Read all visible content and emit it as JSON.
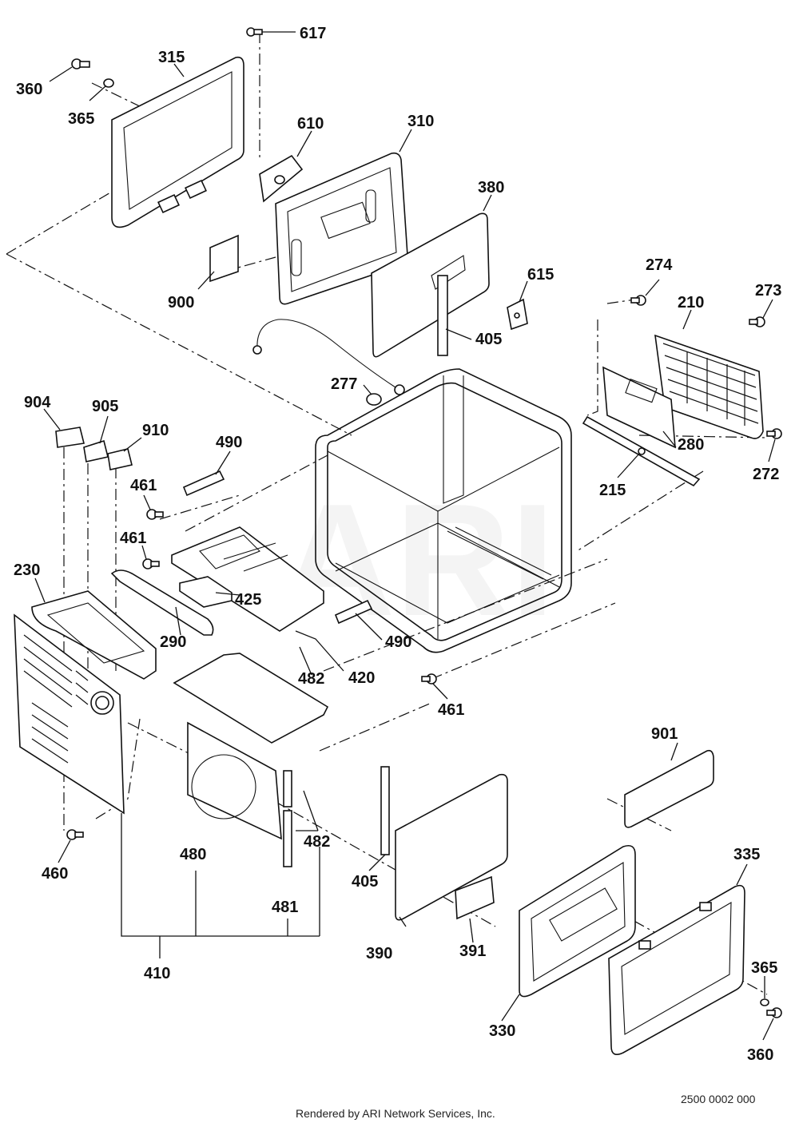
{
  "diagram": {
    "watermark": "ARI",
    "part_numbers": {
      "p617": "617",
      "p315": "315",
      "p360_top": "360",
      "p365_top": "365",
      "p610": "610",
      "p310": "310",
      "p380": "380",
      "p615": "615",
      "p900": "900",
      "p405_top": "405",
      "p274": "274",
      "p210": "210",
      "p273": "273",
      "p277": "277",
      "p904": "904",
      "p905": "905",
      "p910": "910",
      "p490_top": "490",
      "p461_a": "461",
      "p461_b": "461",
      "p280": "280",
      "p272": "272",
      "p215": "215",
      "p230": "230",
      "p425": "425",
      "p290": "290",
      "p490_bot": "490",
      "p420": "420",
      "p482_top": "482",
      "p461_c": "461",
      "p901": "901",
      "p482_side": "482",
      "p460": "460",
      "p480": "480",
      "p481": "481",
      "p405_bot": "405",
      "p335": "335",
      "p410": "410",
      "p390": "390",
      "p391": "391",
      "p365_bot": "365",
      "p330": "330",
      "p360_bot": "360"
    },
    "drawing_number": "2500 0002 000",
    "footer": "Rendered by ARI Network Services, Inc."
  }
}
